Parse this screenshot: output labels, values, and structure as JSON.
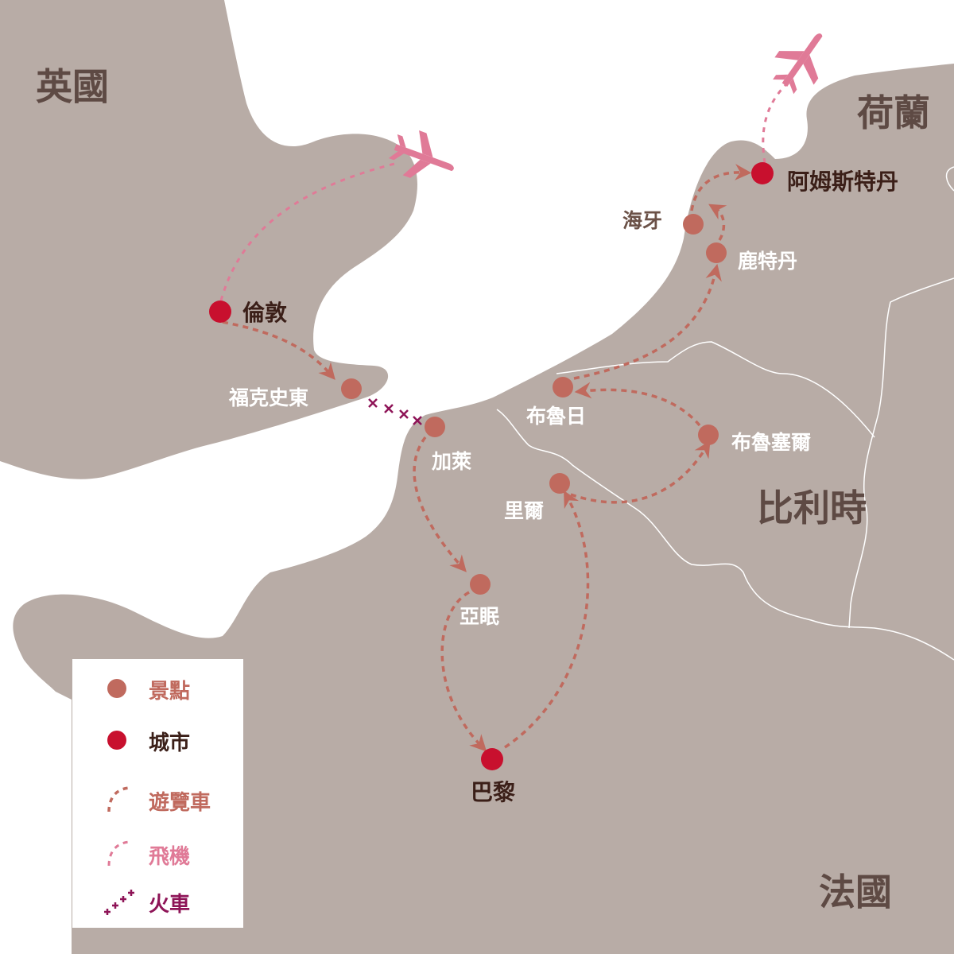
{
  "countries": {
    "uk": "英國",
    "netherlands": "荷蘭",
    "belgium": "比利時",
    "france": "法國"
  },
  "cities": {
    "london": "倫敦",
    "amsterdam": "阿姆斯特丹",
    "paris": "巴黎"
  },
  "spots": {
    "folkestone": "福克史東",
    "calais": "加萊",
    "amiens": "亞眠",
    "lille": "里爾",
    "bruges": "布魯日",
    "brussels": "布魯塞爾",
    "rotterdam": "鹿特丹",
    "the_hague": "海牙"
  },
  "legend": {
    "spot": "景點",
    "city": "城市",
    "bus": "遊覽車",
    "plane": "飛機",
    "train": "火車"
  },
  "colors": {
    "land": "#b8aca6",
    "sea": "#ffffff",
    "spot": "#c06a5e",
    "city": "#c8102e",
    "bus": "#c06a5e",
    "plane": "#e07a97",
    "train": "#8e1457",
    "border": "#ffffff"
  },
  "icons": {
    "plane": "airplane-icon"
  }
}
